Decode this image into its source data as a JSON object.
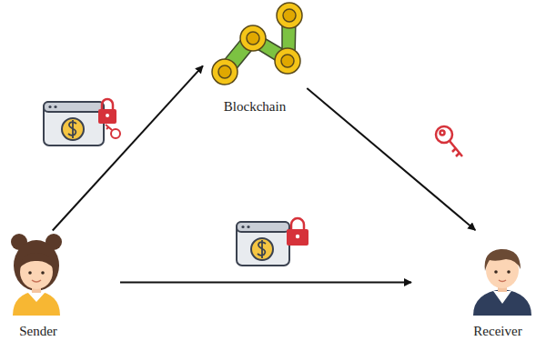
{
  "diagram": {
    "nodes": [
      {
        "text": [
          "Blockchain"
        ]
      },
      {
        "text": [
          "Sender"
        ]
      },
      {
        "text": [
          "Receiver"
        ]
      }
    ],
    "edges": [
      {
        "from": 1,
        "to": 0,
        "arrow": "to"
      },
      {
        "from": 0,
        "to": 2,
        "arrow": "to"
      },
      {
        "from": 1,
        "to": 2,
        "arrow": "to"
      }
    ]
  }
}
